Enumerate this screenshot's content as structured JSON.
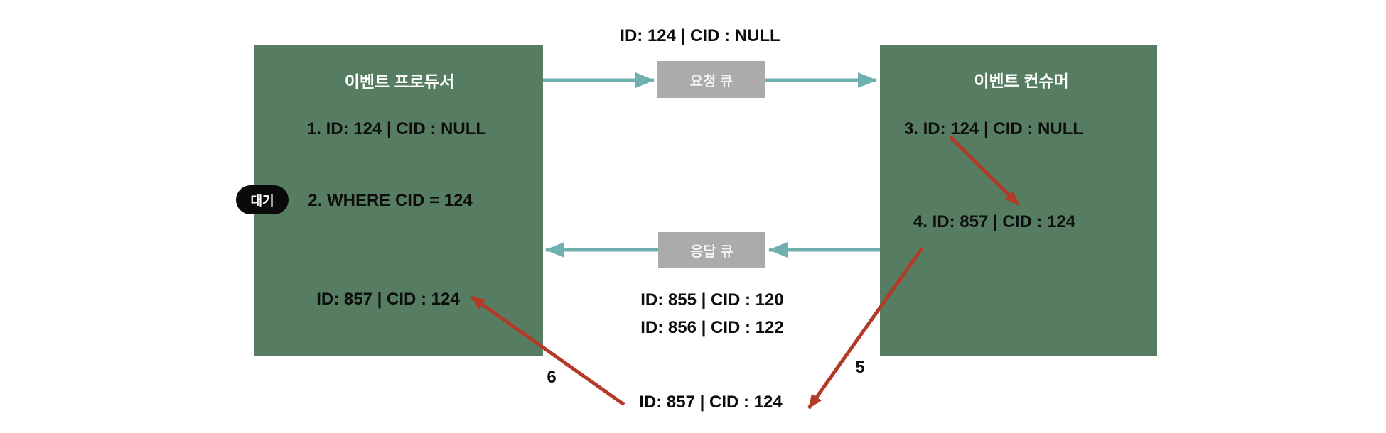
{
  "colors": {
    "box_green": "#567D62",
    "queue_gray": "#ABABAB",
    "queue_text": "#F5F3EE",
    "arrow_teal": "#6FB1AE",
    "arrow_red": "#B23A26",
    "text_black": "#0D0D0D",
    "badge_black": "#0A0A0A",
    "background": "#FFFFFF"
  },
  "top_label": "ID: 124 | CID : NULL",
  "producer": {
    "title": "이벤트 프로듀서",
    "step1": "1. ID: 124 | CID : NULL",
    "step2": "2. WHERE CID = 124",
    "result": "ID: 857 | CID : 124",
    "wait_badge": "대기"
  },
  "consumer": {
    "title": "이벤트 컨슈머",
    "step3": "3. ID: 124 | CID : NULL",
    "step4": "4. ID: 857 | CID : 124"
  },
  "queues": {
    "request": "요청 큐",
    "response": "응답 큐"
  },
  "response_messages": [
    "ID: 855 | CID : 120",
    "ID: 856 | CID : 122"
  ],
  "reply_message": "ID: 857 | CID : 124",
  "step_labels": {
    "five": "5",
    "six": "6"
  }
}
